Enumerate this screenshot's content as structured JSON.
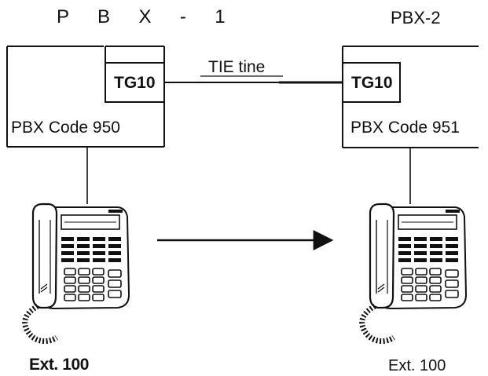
{
  "pbx1": {
    "title": "P B X - 1",
    "trunk_group": "TG10",
    "code_label": "PBX Code 950",
    "extension": "Ext. 100"
  },
  "pbx2": {
    "title": "PBX-2",
    "trunk_group": "TG10",
    "code_label": "PBX Code 951",
    "extension": "Ext. 100"
  },
  "link": {
    "label": "TIE tine"
  },
  "icons": {
    "telephone": "desk-telephone-icon",
    "arrow": "right-arrow-icon"
  }
}
